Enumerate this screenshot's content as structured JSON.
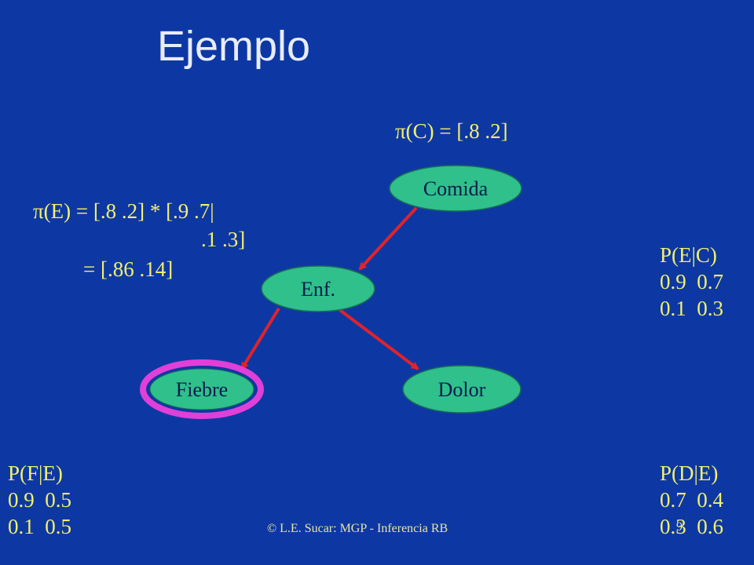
{
  "title": "Ejemplo",
  "prior_c": "π(C) = [.8  .2]",
  "pi_e": {
    "line1": "π(E) = [.8 .2] * [.9 .7|",
    "line2": ".1 .3]",
    "line3": "= [.86  .14]"
  },
  "tables": {
    "e_given_c": {
      "header": "P(E|C)",
      "row1": "0.9  0.7",
      "row2": "0.1  0.3"
    },
    "f_given_e": {
      "header": "P(F|E)",
      "row1": "0.9  0.5",
      "row2": "0.1  0.5"
    },
    "d_given_e": {
      "header": "P(D|E)",
      "row1": "0.7  0.4",
      "row2": "0.3  0.6"
    }
  },
  "nodes": {
    "comida": "Comida",
    "enf": "Enf.",
    "fiebre": "Fiebre",
    "dolor": "Dolor"
  },
  "footer": "© L.E. Sucar: MGP - Inferencia RB",
  "page_number": "9",
  "colors": {
    "background": "#0d38a3",
    "node_fill": "#2fc08c",
    "arrow": "#e0232b",
    "highlight": "#e040d8",
    "text_yellow": "#f3ef6e"
  }
}
